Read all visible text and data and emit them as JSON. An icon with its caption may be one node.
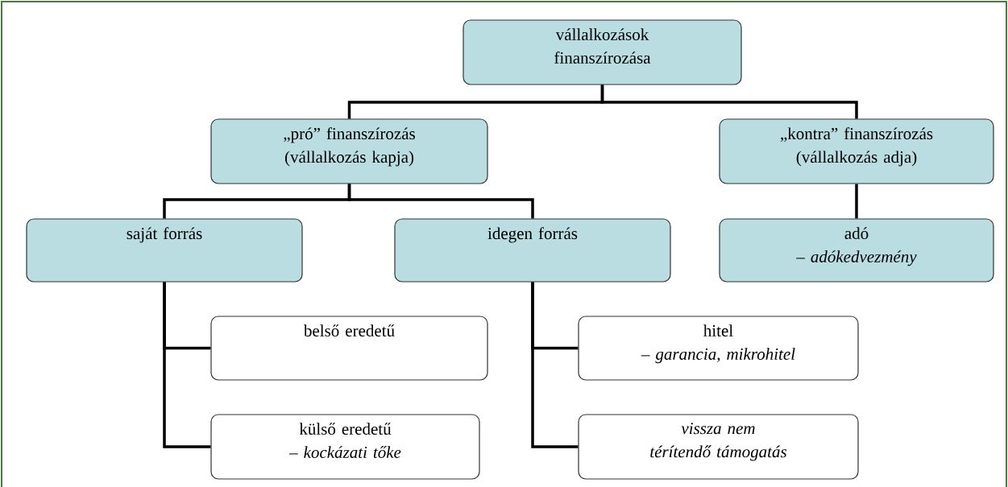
{
  "diagram": {
    "nodes": [
      {
        "text": [
          "vállalkozások finanszírozása"
        ]
      },
      {
        "text": [
          "„pró” finanszírozás (vállalkozás kapja)"
        ]
      },
      {
        "text": [
          "„kontra” finanszírozás (vállalkozás adja)"
        ]
      },
      {
        "text": [
          "saját forrás"
        ]
      },
      {
        "text": [
          "idegen forrás"
        ]
      },
      {
        "text": [
          "adó",
          "– *adókedvezmény*"
        ]
      },
      {
        "text": [
          "belső eredetű"
        ]
      },
      {
        "text": [
          "külső eredetű",
          "– *kockázati tőke*"
        ]
      },
      {
        "text": [
          "hitel",
          "– *garancia, mikrohitel*"
        ]
      },
      {
        "text": [
          "*vissza nem térítendő támogatás*"
        ]
      }
    ],
    "edges": [
      {
        "from": 0,
        "to": 1,
        "arrow": "none"
      },
      {
        "from": 0,
        "to": 2,
        "arrow": "none"
      },
      {
        "from": 1,
        "to": 3,
        "arrow": "none"
      },
      {
        "from": 1,
        "to": 4,
        "arrow": "none"
      },
      {
        "from": 2,
        "to": 5,
        "arrow": "none"
      },
      {
        "from": 3,
        "to": 6,
        "arrow": "none"
      },
      {
        "from": 3,
        "to": 7,
        "arrow": "none"
      },
      {
        "from": 4,
        "to": 8,
        "arrow": "none"
      },
      {
        "from": 4,
        "to": 9,
        "arrow": "none"
      }
    ]
  }
}
